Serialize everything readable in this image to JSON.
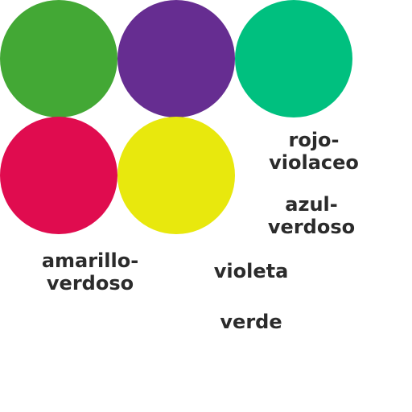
{
  "circles": {
    "green": {
      "color": "#43a835"
    },
    "violet": {
      "color": "#662d91"
    },
    "blue_green": {
      "color": "#00c07f"
    },
    "red_violet": {
      "color": "#e00c4f"
    },
    "yellow_green": {
      "color": "#e8e80d"
    }
  },
  "labels": {
    "rojo_violaceo": "rojo-\nviolaceo",
    "azul_verdoso": "azul-\nverdoso",
    "amarillo_verdoso": "amarillo-\nverdoso",
    "violeta": "violeta",
    "verde": "verde"
  }
}
